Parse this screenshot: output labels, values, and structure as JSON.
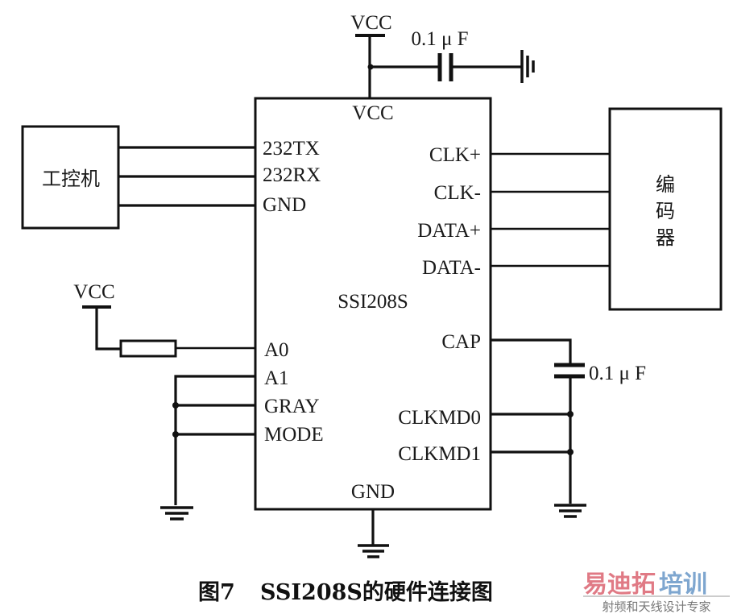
{
  "chip": {
    "name": "SSI208S",
    "top_pin": "VCC",
    "bottom_pin": "GND",
    "left_pins": [
      "232TX",
      "232RX",
      "GND",
      "A0",
      "A1",
      "GRAY",
      "MODE"
    ],
    "right_pins": [
      "CLK+",
      "CLK-",
      "DATA+",
      "DATA-",
      "CAP",
      "CLKMD0",
      "CLKMD1"
    ]
  },
  "blocks": {
    "ipc": "工控机",
    "encoder": [
      "编",
      "码",
      "器"
    ]
  },
  "power": {
    "vcc_top": "VCC",
    "vcc_left": "VCC"
  },
  "components": {
    "cap_top_value": "0.1 μ F",
    "cap_right_value": "0.1 μ F"
  },
  "caption": {
    "figure_no": "图7",
    "text": "SSI208S的硬件连接图"
  },
  "watermark": {
    "brand_a": "易迪拓",
    "brand_b": "培训",
    "tagline": "射频和天线设计专家",
    "color_a": "#e07a85",
    "color_b": "#7ea6cf"
  }
}
